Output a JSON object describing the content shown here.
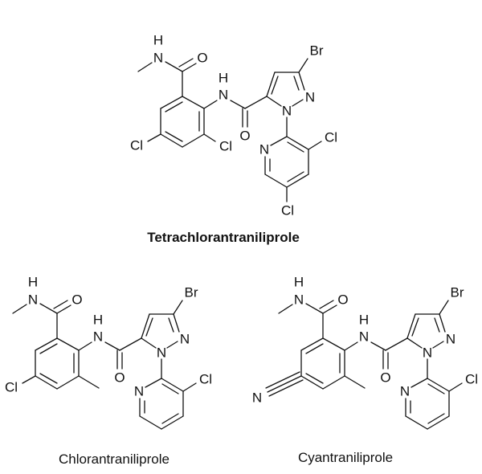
{
  "compounds": [
    {
      "name": "Tetrachlorantraniliprole",
      "benzene_sub_5": "Cl",
      "benzene_sub_3": "Cl",
      "pyridine_sub_5": "Cl"
    },
    {
      "name": "Chlorantraniliprole",
      "benzene_sub_5": "Cl",
      "benzene_sub_3": "methyl",
      "pyridine_sub_5": "none"
    },
    {
      "name": "Cyantraniliprole",
      "benzene_sub_5": "CN",
      "benzene_sub_3": "methyl",
      "pyridine_sub_5": "none"
    }
  ],
  "atoms": {
    "N": "N",
    "H": "H",
    "O": "O",
    "Cl": "Cl",
    "Br": "Br"
  }
}
